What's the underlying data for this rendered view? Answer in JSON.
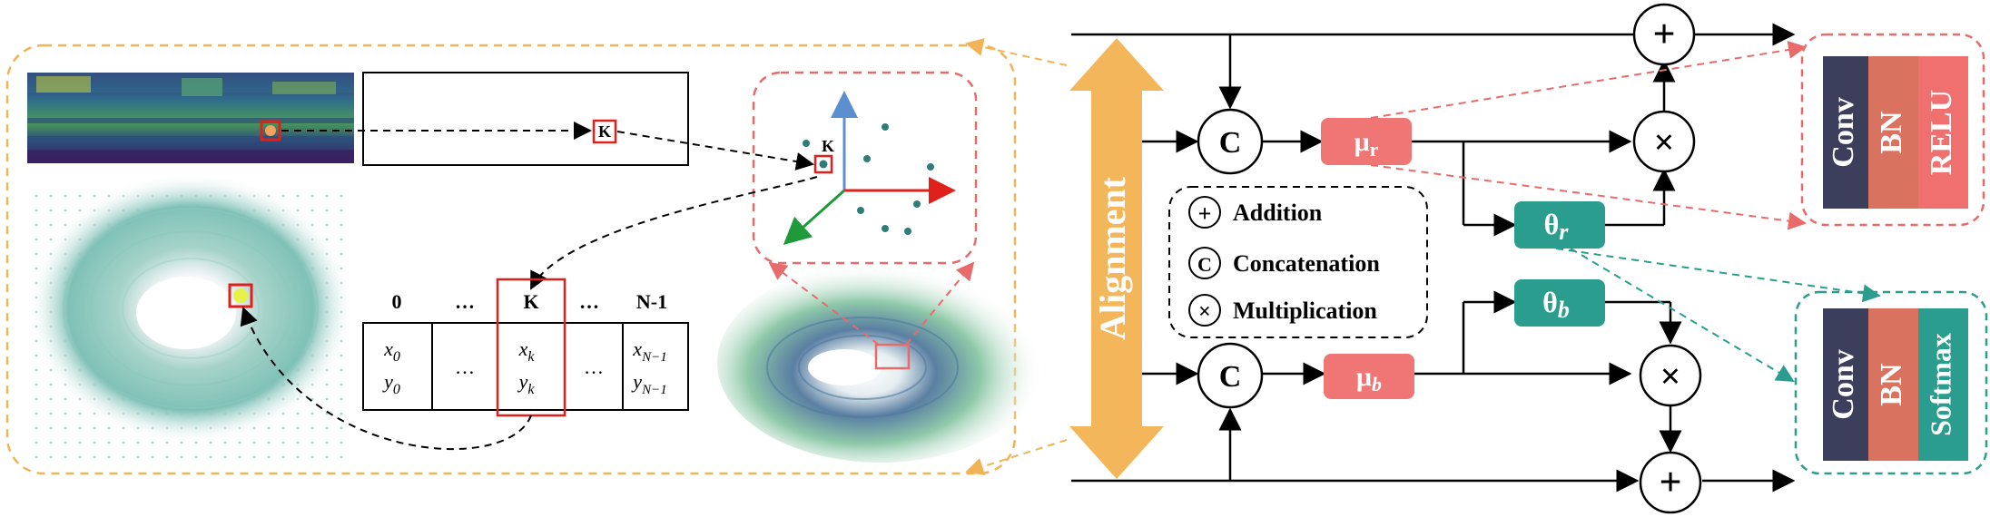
{
  "align_label": "Alignment",
  "legend": {
    "addition": {
      "symbol": "+",
      "label": "Addition"
    },
    "concatenation": {
      "symbol": "C",
      "label": "Concatenation"
    },
    "multiplication": {
      "symbol": "×",
      "label": "Multiplication"
    }
  },
  "nodes": {
    "concat_symbol": "C",
    "add_symbol": "+",
    "mul_symbol": "×",
    "mu_r": "μ",
    "mu_r_sub": "r",
    "mu_b": "μ",
    "mu_b_sub": "b",
    "theta_r": "θ",
    "theta_r_sub": "r",
    "theta_b": "θ",
    "theta_b_sub": "b"
  },
  "blocks": {
    "top": [
      "Conv",
      "BN",
      "RELU"
    ],
    "bottom": [
      "Conv",
      "BN",
      "Softmax"
    ]
  },
  "table": {
    "headers": [
      "0",
      "…",
      "K",
      "…",
      "N-1"
    ],
    "row_x": [
      "x",
      "…",
      "x",
      "…",
      "x"
    ],
    "row_x_sub": [
      "0",
      "",
      "k",
      "",
      "N−1"
    ],
    "row_y": [
      "y",
      "",
      "y",
      "",
      "y"
    ],
    "row_y_sub": [
      "0",
      "",
      "k",
      "",
      "N−1"
    ]
  },
  "range_marker": "K",
  "point_marker": "K",
  "colors": {
    "orange_dash": "#f0b356",
    "red_dash": "#e86b6b",
    "teal_dash": "#2a9d8f",
    "mu_fill": "#f07575",
    "theta_fill": "#2a9d8f",
    "conv_fill": "#3b3f5c",
    "bn_fill": "#d9735f",
    "act_fill": "#f07070",
    "align_fill": "#f4b65a"
  }
}
